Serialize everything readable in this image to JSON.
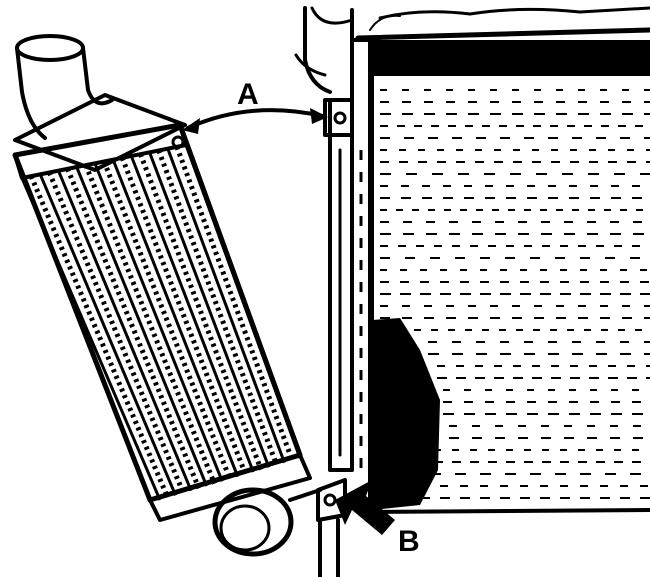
{
  "diagram": {
    "labels": {
      "a": "A",
      "b": "B"
    },
    "colors": {
      "ink": "#000000",
      "paper": "#ffffff"
    },
    "parts": [
      "intercooler",
      "inlet-pipe",
      "outlet-pipe",
      "radiator",
      "radiator-side-tank",
      "mounting-bracket"
    ]
  }
}
